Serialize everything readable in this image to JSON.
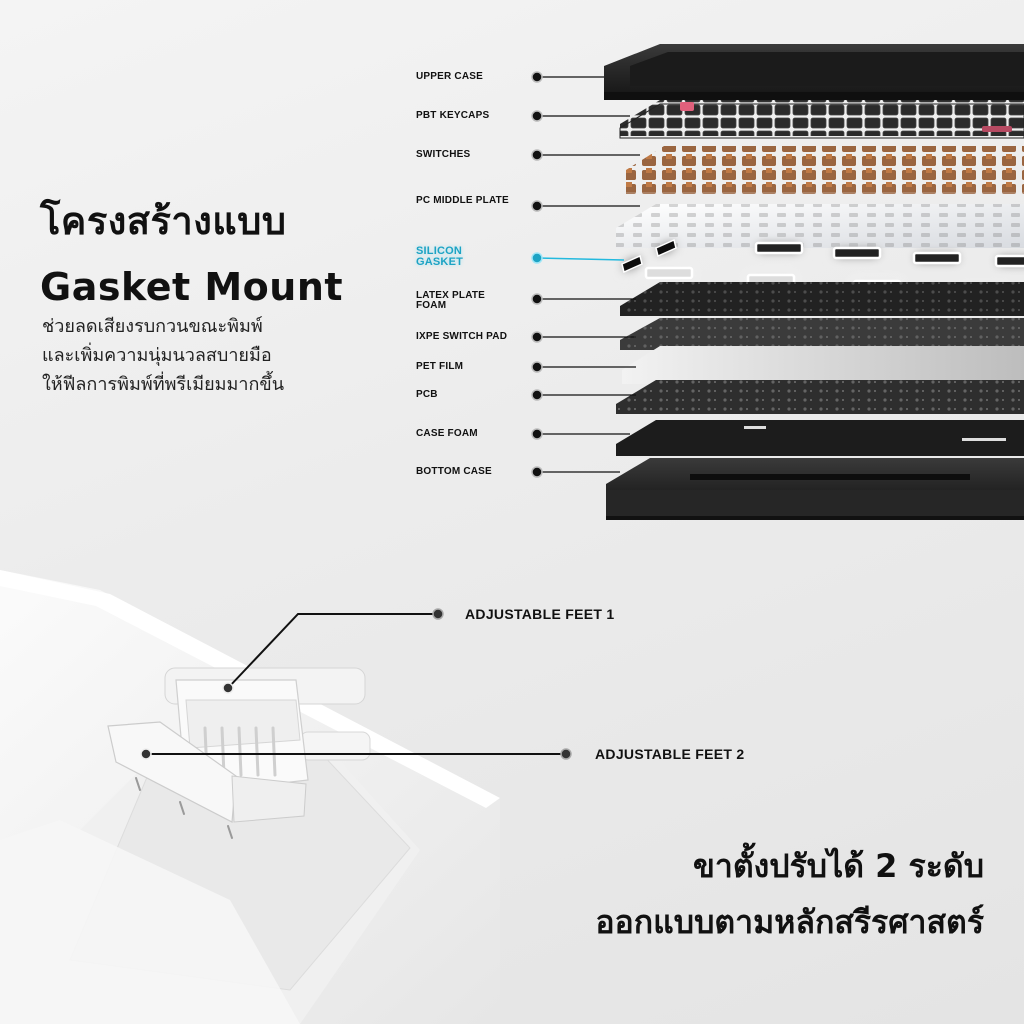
{
  "headline": {
    "line1": "โครงสร้างแบบ",
    "line2": "Gasket Mount"
  },
  "subtext": {
    "line1": "ช่วยลดเสียงรบกวนขณะพิมพ์",
    "line2": "และเพิ่มความนุ่มนวลสบายมือ",
    "line3": "ให้ฟีลการพิมพ์ที่พรีเมียมมากขึ้น"
  },
  "layers": {
    "upper_case": "UPPER CASE",
    "pbt_keycaps": "PBT KEYCAPS",
    "switches": "SWITCHES",
    "pc_middle_plate": "PC MIDDLE PLATE",
    "silicon_gasket_1": "SILICON",
    "silicon_gasket_2": "GASKET",
    "latex_plate_foam_1": "LATEX PLATE",
    "latex_plate_foam_2": "FOAM",
    "ixpe_switch_pad": "IXPE SWITCH PAD",
    "pet_film": "PET FILM",
    "pcb": "PCB",
    "case_foam": "CASE FOAM",
    "bottom_case": "BOTTOM CASE"
  },
  "feet": {
    "feet1": "ADJUSTABLE FEET 1",
    "feet2": "ADJUSTABLE FEET 2"
  },
  "bottom_title": {
    "line1": "ขาตั้งปรับได้ 2 ระดับ",
    "line2": "ออกแบบตามหลักสรีรศาสตร์"
  },
  "colors": {
    "text": "#111111",
    "gasket_highlight": "#1da3c4",
    "case_dark": "#2a2a2a",
    "switch_brown": "#8a5a3a",
    "keyboard_white": "#f7f7f7"
  }
}
